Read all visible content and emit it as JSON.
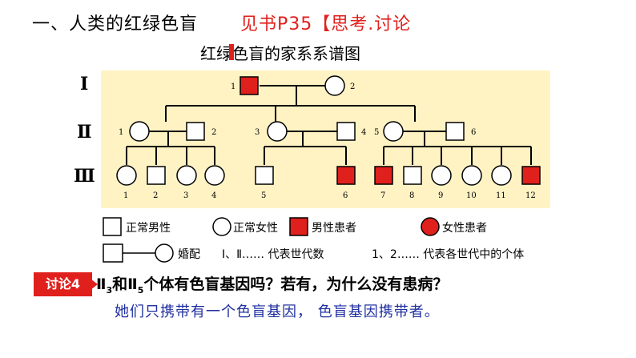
{
  "header": {
    "title": "一、人类的红绿色盲",
    "reference": "见书P35【思考.讨论"
  },
  "diagram": {
    "title": "红绿色盲的家系系谱图",
    "generations": [
      "Ⅰ",
      "Ⅱ",
      "Ⅲ"
    ],
    "individual_numbers": {
      "I": [
        "1",
        "2"
      ],
      "II": [
        "1",
        "2",
        "3",
        "4",
        "5",
        "6"
      ],
      "III": [
        "1",
        "2",
        "3",
        "4",
        "5",
        "6",
        "7",
        "8",
        "9",
        "10",
        "11",
        "12"
      ]
    },
    "colors": {
      "affected": "#e0201c",
      "background": "#fff3c4"
    }
  },
  "legend": {
    "normal_male": "正常男性",
    "normal_female": "正常女性",
    "affected_male": "男性患者",
    "affected_female": "女性患者",
    "marriage": "婚配",
    "generation_note": "Ⅰ、Ⅱ…… 代表世代数",
    "individual_note": "1、2…… 代表各世代中的个体"
  },
  "discussion": {
    "badge": "讨论4",
    "question_prefix": "Ⅱ",
    "sub_a": "3",
    "question_mid": "和Ⅱ",
    "sub_b": "5",
    "question_suffix": "个体有色盲基因吗？若有，为什么没有患病？",
    "answer": "她们只携带有一个色盲基因，  色盲基因携带者。"
  }
}
